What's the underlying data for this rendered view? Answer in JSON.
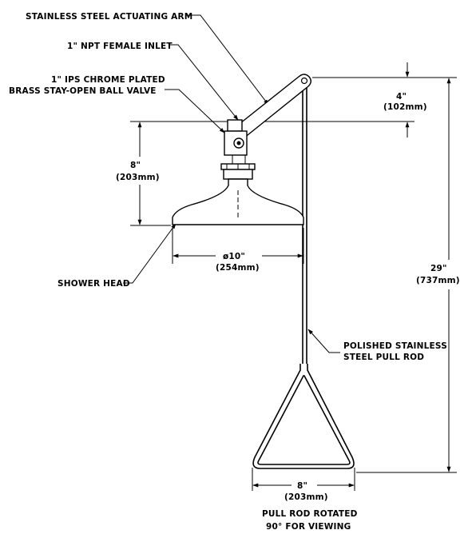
{
  "labels": {
    "actuating_arm": "STAINLESS STEEL ACTUATING ARM",
    "inlet": "1\" NPT FEMALE INLET",
    "valve_line1": "1\" IPS CHROME PLATED",
    "valve_line2": "BRASS STAY-OPEN BALL VALVE",
    "shower_head": "SHOWER HEAD",
    "pull_rod_line1": "POLISHED STAINLESS",
    "pull_rod_line2": "STEEL PULL ROD",
    "note_line1": "PULL ROD ROTATED",
    "note_line2": "90° FOR VIEWING"
  },
  "dimensions": {
    "arm_offset_in": "4\"",
    "arm_offset_mm": "(102mm)",
    "head_height_in": "8\"",
    "head_height_mm": "(203mm)",
    "head_diameter_in": "ø10\"",
    "head_diameter_mm": "(254mm)",
    "rod_length_in": "29\"",
    "rod_length_mm": "(737mm)",
    "handle_width_in": "8\"",
    "handle_width_mm": "(203mm)"
  }
}
